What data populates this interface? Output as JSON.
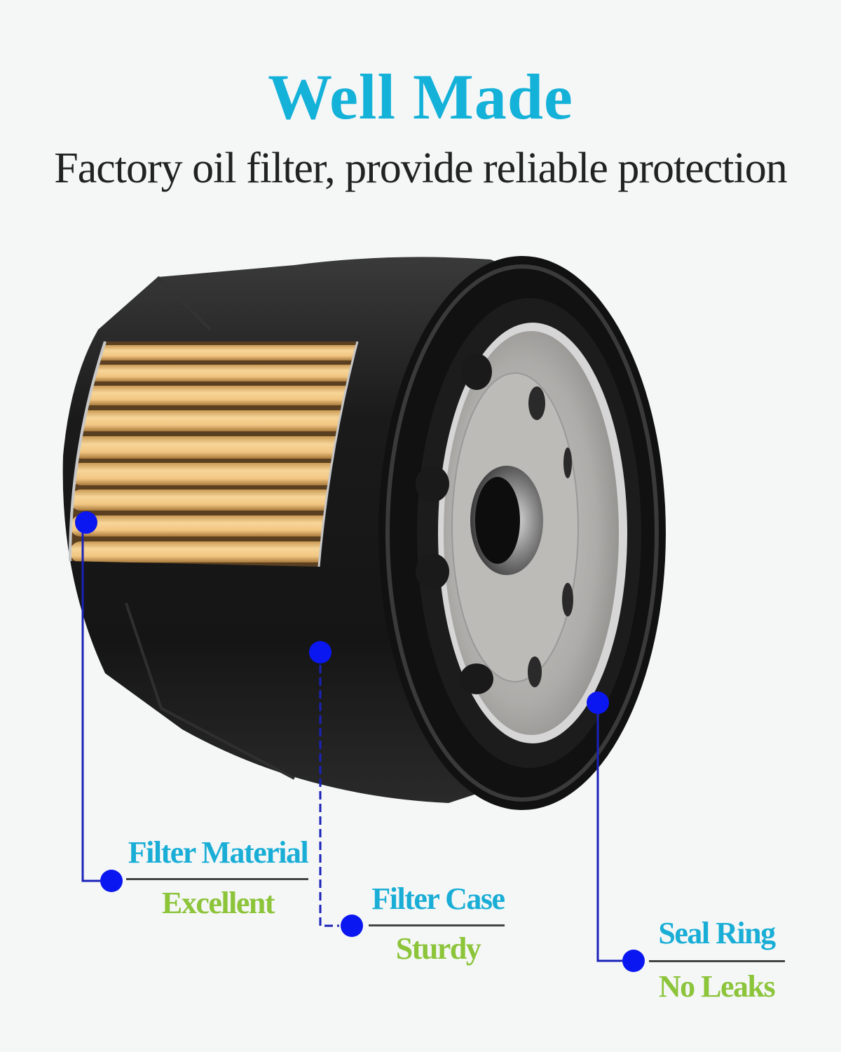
{
  "header": {
    "title": "Well Made",
    "subtitle": "Factory oil filter, provide reliable protection"
  },
  "product": {
    "name": "oil-filter",
    "case_color": "#1c1c1c",
    "filter_media_color": "#f2c982",
    "base_plate_color": "#b5b3b0"
  },
  "callouts": [
    {
      "title": "Filter Material",
      "subtitle": "Excellent",
      "line_style": "solid"
    },
    {
      "title": "Filter Case",
      "subtitle": "Sturdy",
      "line_style": "dashed"
    },
    {
      "title": "Seal Ring",
      "subtitle": "No Leaks",
      "line_style": "solid"
    }
  ],
  "colors": {
    "background": "#f5f7f7",
    "title": "#14b1d9",
    "subtitle": "#222222",
    "callout_title": "#1aaed6",
    "callout_subtitle": "#8cc43a",
    "marker": "#0a17f0",
    "connector": "#1a22b8"
  }
}
